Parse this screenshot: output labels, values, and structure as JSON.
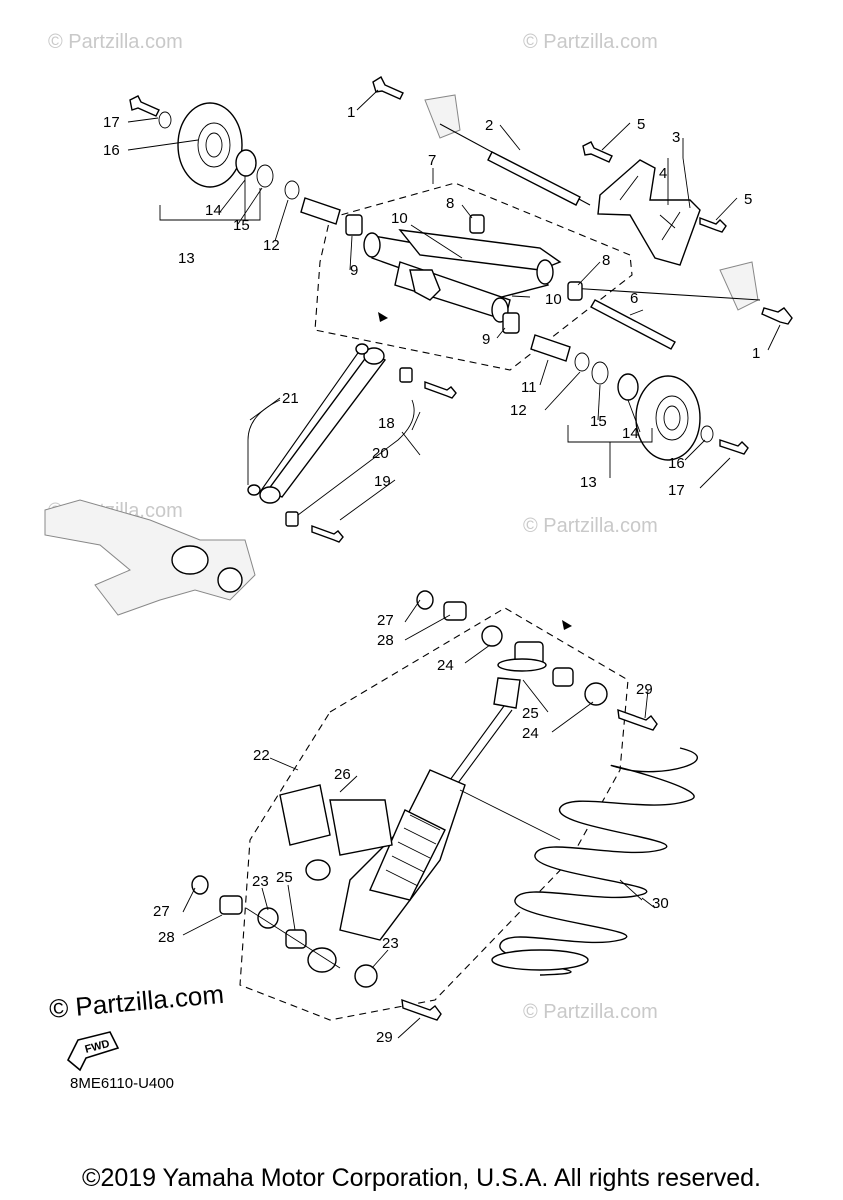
{
  "watermark": "© Partzilla.com",
  "watermark_logo": "© Partzilla.com",
  "fwd_label": "FWD",
  "diagram_code": "8ME6110-U400",
  "copyright": "©2019 Yamaha Motor Corporation, U.S.A. All rights reserved.",
  "callouts": [
    "1",
    "2",
    "3",
    "4",
    "5",
    "6",
    "7",
    "8",
    "9",
    "10",
    "11",
    "12",
    "13",
    "14",
    "15",
    "16",
    "17",
    "18",
    "19",
    "20",
    "21",
    "22",
    "23",
    "24",
    "25",
    "26",
    "27",
    "28",
    "29",
    "30"
  ]
}
